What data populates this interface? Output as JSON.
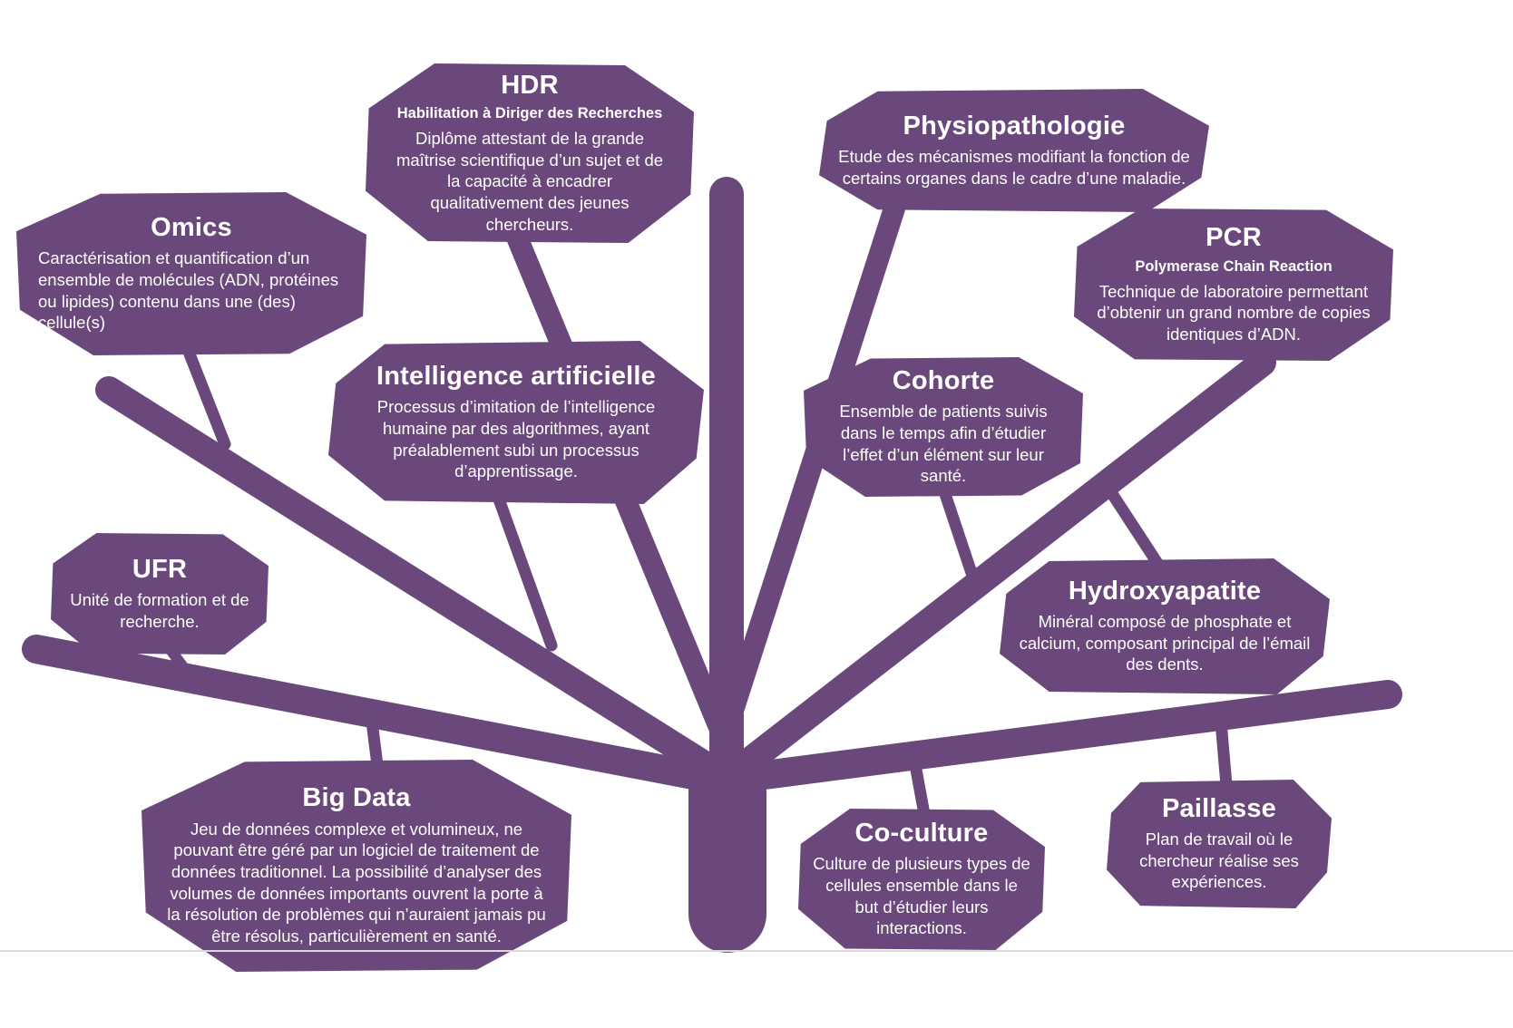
{
  "colors": {
    "accent": "#6a487b",
    "text": "#ffffff",
    "background": "#ffffff",
    "divider": "#d9d9d9"
  },
  "diagram_type": "glossary-tree",
  "terms": [
    {
      "id": "hdr",
      "title": "HDR",
      "subtitle": "Habilitation à Diriger des Recherches",
      "description": "Diplôme attestant de la grande maîtrise scientifique d’un sujet et de la capacité à encadrer qualitativement des jeunes chercheurs."
    },
    {
      "id": "physiopathologie",
      "title": "Physiopathologie",
      "description": "Etude des mécanismes modifiant la fonction de certains organes dans le cadre d’une maladie."
    },
    {
      "id": "omics",
      "title": "Omics",
      "description": "Caractérisation et quantification d’un ensemble de molécules (ADN, protéines ou lipides) contenu dans une (des) cellule(s)"
    },
    {
      "id": "pcr",
      "title": "PCR",
      "subtitle": "Polymerase Chain Reaction",
      "description": "Technique de laboratoire permettant d’obtenir un grand nombre de copies identiques d’ADN."
    },
    {
      "id": "intelligence-artificielle",
      "title": "Intelligence artificielle",
      "description": "Processus d’imitation de l’intelligence humaine par des algorithmes, ayant préalablement subi un processus d’apprentissage."
    },
    {
      "id": "cohorte",
      "title": "Cohorte",
      "description": "Ensemble de patients suivis dans le temps afin d’étudier l’effet d’un élément sur leur santé."
    },
    {
      "id": "ufr",
      "title": "UFR",
      "description": "Unité de formation et de recherche."
    },
    {
      "id": "hydroxyapatite",
      "title": "Hydroxyapatite",
      "description": "Minéral composé de phosphate et calcium, composant principal de l’émail des dents."
    },
    {
      "id": "big-data",
      "title": "Big Data",
      "description": "Jeu de données complexe et volumineux, ne pouvant être géré par un logiciel de traitement de données traditionnel. La possibilité d’analyser des volumes de données importants ouvrent la porte à la résolution de problèmes qui n’auraient jamais pu être résolus, particulièrement en santé."
    },
    {
      "id": "co-culture",
      "title": "Co-culture",
      "description": "Culture de plusieurs types de cellules ensemble dans le but d’étudier leurs interactions."
    },
    {
      "id": "paillasse",
      "title": "Paillasse",
      "description": "Plan de travail où le chercheur réalise ses expériences."
    }
  ]
}
